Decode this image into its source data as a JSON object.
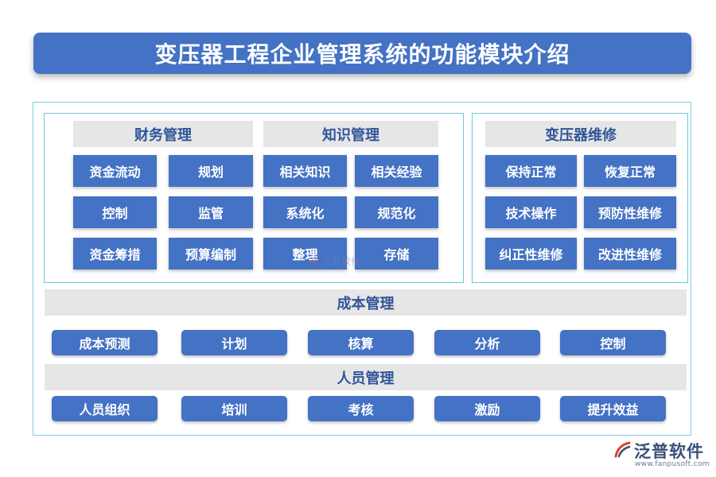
{
  "title": "变压器工程企业管理系统的功能模块介绍",
  "finance": {
    "header": "财务管理",
    "items": [
      "资金流动",
      "规划",
      "控制",
      "监管",
      "资金筹措",
      "预算编制"
    ]
  },
  "knowledge": {
    "header": "知识管理",
    "items": [
      "相关知识",
      "相关经验",
      "系统化",
      "规范化",
      "整理",
      "存储"
    ]
  },
  "maintenance": {
    "header": "变压器维修",
    "items": [
      "保持正常",
      "恢复正常",
      "技术操作",
      "预防性维修",
      "纠正性维修",
      "改进性维修"
    ]
  },
  "cost": {
    "header": "成本管理",
    "items": [
      "成本预测",
      "计划",
      "核算",
      "分析",
      "控制"
    ]
  },
  "personnel": {
    "header": "人员管理",
    "items": [
      "人员组织",
      "培训",
      "考核",
      "激励",
      "提升效益"
    ]
  },
  "watermark": {
    "text": "泛普软件"
  },
  "logo": {
    "name": "泛普软件",
    "url": "www.fanpusoft.com"
  },
  "colors": {
    "primary": "#4472c4",
    "header_bg": "#e6e6e6",
    "header_text": "#2f5597",
    "border": "#7fd1e0"
  }
}
